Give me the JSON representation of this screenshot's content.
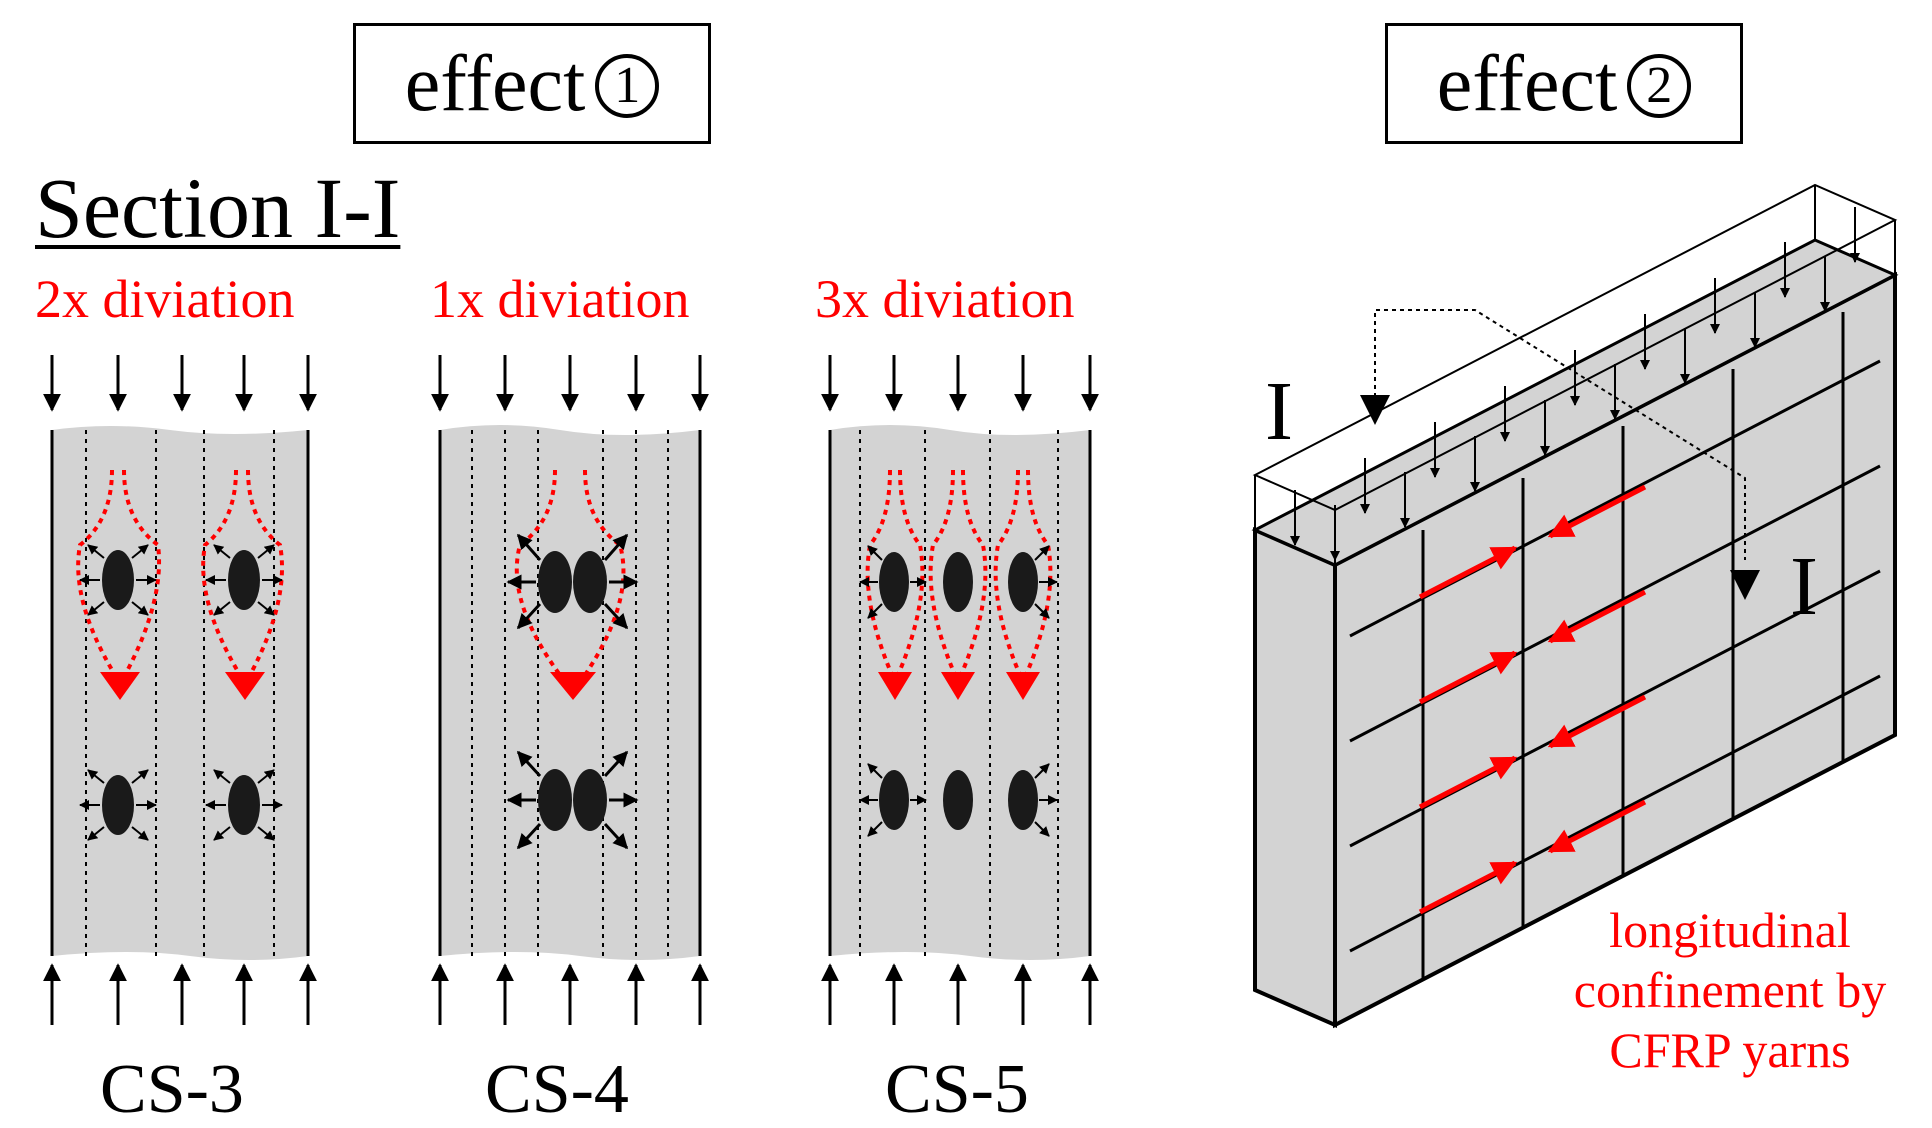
{
  "effect1": {
    "word": "effect",
    "number": "1"
  },
  "effect2": {
    "word": "effect",
    "number": "2"
  },
  "section_title": "Section I-I",
  "specimens": [
    {
      "id": "CS-3",
      "deviation_label": "2x diviation",
      "holes": 2
    },
    {
      "id": "CS-4",
      "deviation_label": "1x diviation",
      "holes": 2
    },
    {
      "id": "CS-5",
      "deviation_label": "3x diviation",
      "holes": 3
    }
  ],
  "section_marks": {
    "left": "I",
    "right": "I"
  },
  "confinement_label": [
    "longitudinal",
    "confinement by",
    "CFRP yarns"
  ],
  "colors": {
    "flow": "#ff0000",
    "concrete": "#d3d3d3",
    "outline": "#000000"
  }
}
